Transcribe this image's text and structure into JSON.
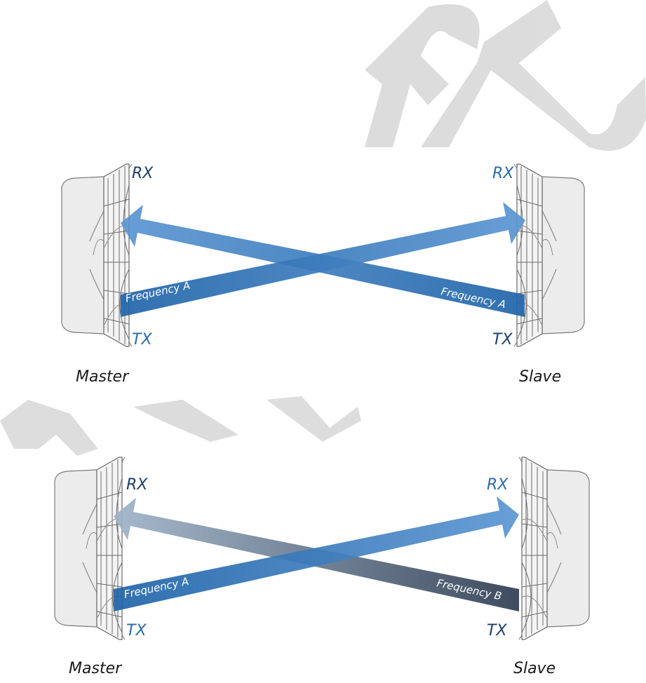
{
  "diagrams": [
    {
      "left": {
        "rx": "RX",
        "tx": "TX",
        "role": "Master"
      },
      "right": {
        "rx": "RX",
        "tx": "TX",
        "role": "Slave"
      },
      "beam_left_to_right": {
        "label": "Frequency A",
        "color": "#2a6fb3"
      },
      "beam_right_to_left": {
        "label": "Frequency A",
        "color": "#2a6fb3"
      }
    },
    {
      "left": {
        "rx": "RX",
        "tx": "TX",
        "role": "Master"
      },
      "right": {
        "rx": "RX",
        "tx": "TX",
        "role": "Slave"
      },
      "beam_left_to_right": {
        "label": "Frequency A",
        "color": "#2a6fb3"
      },
      "beam_right_to_left": {
        "label": "Frequency B",
        "color": "#3a4a63"
      }
    }
  ],
  "watermark": {
    "color": "#d9d9d9"
  }
}
